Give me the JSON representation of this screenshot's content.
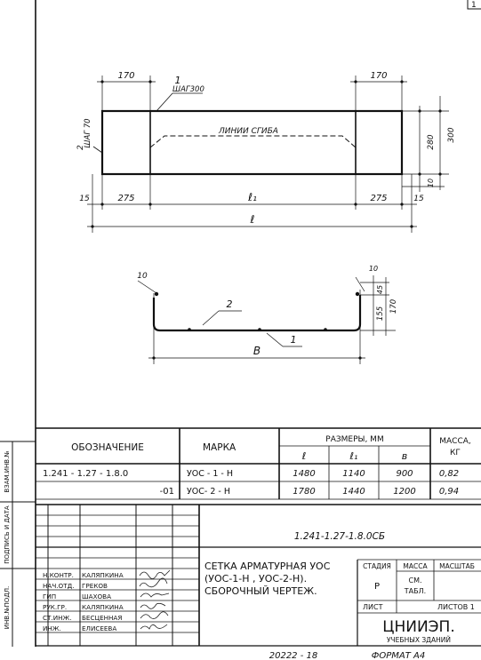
{
  "corner_mark": "1",
  "plan": {
    "leader_1": "1",
    "step_300": "ШАГ300",
    "leader_2": "2",
    "step_70": "ШАГ 70",
    "bend_label": "ЛИНИИ СГИБА",
    "dim_170_left": "170",
    "dim_170_right": "170",
    "dim_280": "280",
    "dim_300": "300",
    "dim_10": "10",
    "dim_15_left": "15",
    "dim_275_left": "275",
    "dim_l1": "ℓ₁",
    "dim_275_right": "275",
    "dim_15_right": "15",
    "dim_l": "ℓ"
  },
  "section": {
    "dim_10_left": "10",
    "dim_10_right": "10",
    "dim_45": "45",
    "dim_155": "155",
    "dim_170": "170",
    "leader_2": "2",
    "leader_1": "1",
    "dim_b": "В"
  },
  "spec": {
    "h_designation": "ОБОЗНАЧЕНИЕ",
    "h_mark": "МАРКА",
    "h_sizes": "РАЗМЕРЫ, ММ",
    "h_l": "ℓ",
    "h_l1": "ℓ₁",
    "h_b": "в",
    "h_mass": "МАССА,",
    "h_mass_unit": "КГ",
    "rows": [
      {
        "designation": "1.241 - 1.27 - 1.8.0",
        "mark": "УОС - 1 - Н",
        "l": "1480",
        "l1": "1140",
        "b": "900",
        "mass": "0,82"
      },
      {
        "designation": "-01",
        "mark": "УОС- 2 - Н",
        "l": "1780",
        "l1": "1440",
        "b": "1200",
        "mass": "0,94"
      }
    ]
  },
  "side_labels": {
    "inv_sub": "ВЗАМ.ИНВ.№",
    "sign_date": "ПОДПИСЬ И ДАТА",
    "inv_orig": "ИНВ.№ПОДЛ."
  },
  "title_block": {
    "doc_code": "1.241-1.27-1.8.0СБ",
    "title_line1": "СЕТКА АРМАТУРНАЯ УОС",
    "title_line2": "(УОС-1-Н , УОС-2-Н).",
    "title_line3": "СБОРОЧНЫЙ ЧЕРТЕЖ.",
    "stage_label": "СТАДИЯ",
    "mass_label": "МАССА",
    "scale_label": "МАСШТАБ",
    "stage_value": "Р",
    "mass_value_1": "СМ.",
    "mass_value_2": "ТАБЛ.",
    "sheet_label": "ЛИСТ",
    "sheets_label": "ЛИСТОВ 1",
    "org_name": "ЦНИИЭП.",
    "org_sub": "УЧЕБНЫХ ЗДАНИЙ",
    "staff": [
      {
        "role": "Н.КОНТР.",
        "name": "КАЛЯПКИНА"
      },
      {
        "role": "НАЧ.ОТД.",
        "name": "ГРЕКОВ"
      },
      {
        "role": "ГИП",
        "name": "ШАХОВА"
      },
      {
        "role": "РУК.ГР.",
        "name": "КАЛЯПКИНА"
      },
      {
        "role": "СТ.ИНЖ.",
        "name": "БЕСЦЕННАЯ"
      },
      {
        "role": "ИНЖ.",
        "name": "ЕЛИСЕЕВА"
      }
    ]
  },
  "footer": {
    "number": "20222 - 18",
    "format": "ФОРМАТ А4"
  }
}
